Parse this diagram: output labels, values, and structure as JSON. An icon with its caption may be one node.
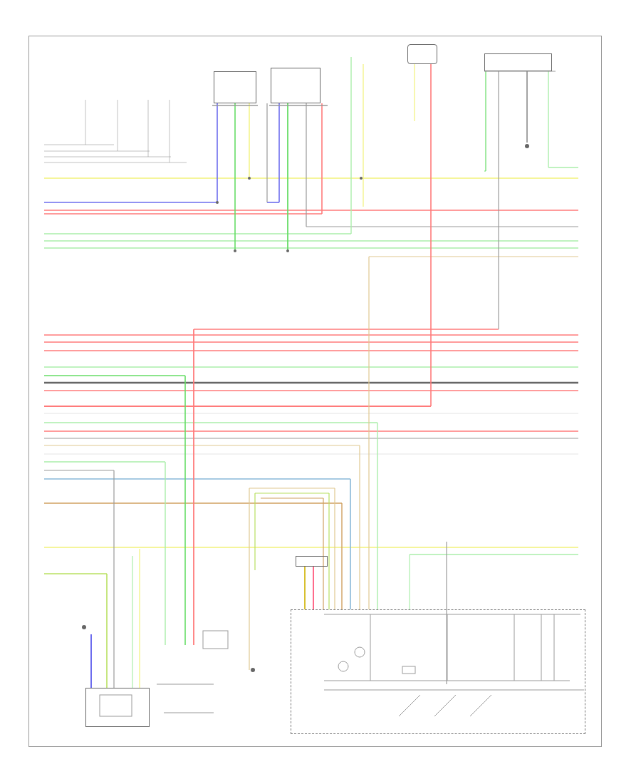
{
  "diagram": {
    "nodes": [
      {
        "text": [],
        "shape": "box"
      },
      {
        "text": [],
        "shape": "box"
      },
      {
        "text": [],
        "shape": "box"
      },
      {
        "text": [],
        "shape": "box"
      },
      {
        "text": [],
        "shape": "box"
      },
      {
        "text": [],
        "shape": "box"
      },
      {
        "text": [],
        "shape": "box"
      }
    ],
    "edges": [
      {
        "from": 6,
        "to": 0,
        "arrow": "none",
        "color": "#d8c030"
      },
      {
        "from": 6,
        "to": 0,
        "arrow": "none",
        "color": "#ff6a8a"
      }
    ]
  }
}
